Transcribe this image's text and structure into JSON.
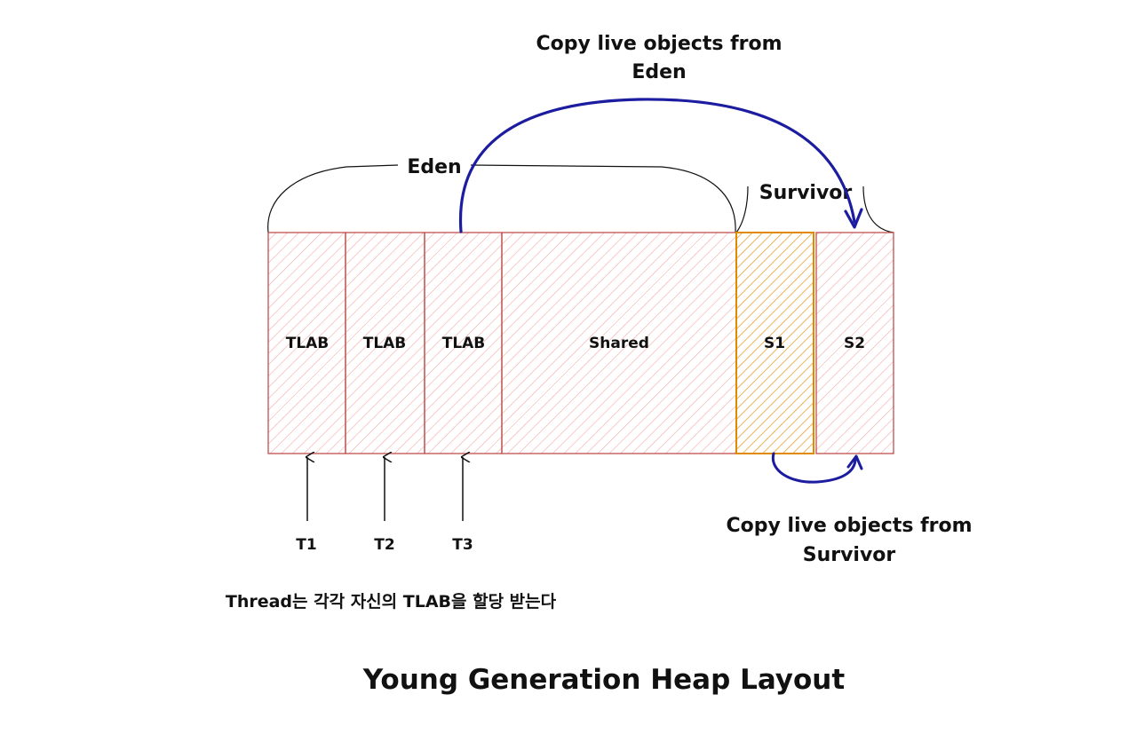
{
  "diagram": {
    "title": "Young Generation Heap Layout",
    "eden_label": "Eden",
    "survivor_label": "Survivor",
    "cells": {
      "tlab1": "TLAB",
      "tlab2": "TLAB",
      "tlab3": "TLAB",
      "shared": "Shared",
      "s1": "S1",
      "s2": "S2"
    },
    "threads": {
      "t1": "T1",
      "t2": "T2",
      "t3": "T3"
    },
    "note": "Thread는 각각 자신의 TLAB을 할당 받는다",
    "copy_from_eden": [
      "Copy live objects from",
      "Eden"
    ],
    "copy_from_survivor": [
      "Copy live objects from",
      "Survivor"
    ]
  },
  "colors": {
    "eden_fill": "#ffc9c9",
    "eden_stroke": "#c0504d",
    "s1_fill": "#f0a020",
    "s1_stroke": "#e08a00",
    "arrow_blue": "#1c1ca0",
    "ink": "#111111"
  }
}
